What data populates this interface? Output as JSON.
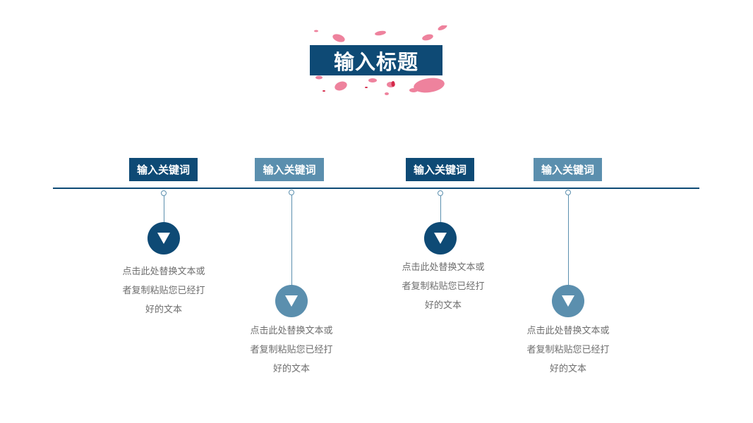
{
  "title": "输入标题",
  "colors": {
    "dark": "#0e4a75",
    "light": "#5b8fae",
    "text": "#6e6e6e",
    "petal": "#e8537a"
  },
  "items": [
    {
      "keyword": "输入关键词",
      "tone": "dark",
      "icon": "triangle-down-icon",
      "desc": [
        "点击此处替换文本或",
        "者复制粘贴您已经打",
        "好的文本"
      ]
    },
    {
      "keyword": "输入关键词",
      "tone": "light",
      "icon": "triangle-down-icon",
      "desc": [
        "点击此处替换文本或",
        "者复制粘贴您已经打",
        "好的文本"
      ]
    },
    {
      "keyword": "输入关键词",
      "tone": "dark",
      "icon": "triangle-down-icon",
      "desc": [
        "点击此处替换文本或",
        "者复制粘贴您已经打",
        "好的文本"
      ]
    },
    {
      "keyword": "输入关键词",
      "tone": "light",
      "icon": "triangle-down-icon",
      "desc": [
        "点击此处替换文本或",
        "者复制粘贴您已经打",
        "好的文本"
      ]
    }
  ]
}
